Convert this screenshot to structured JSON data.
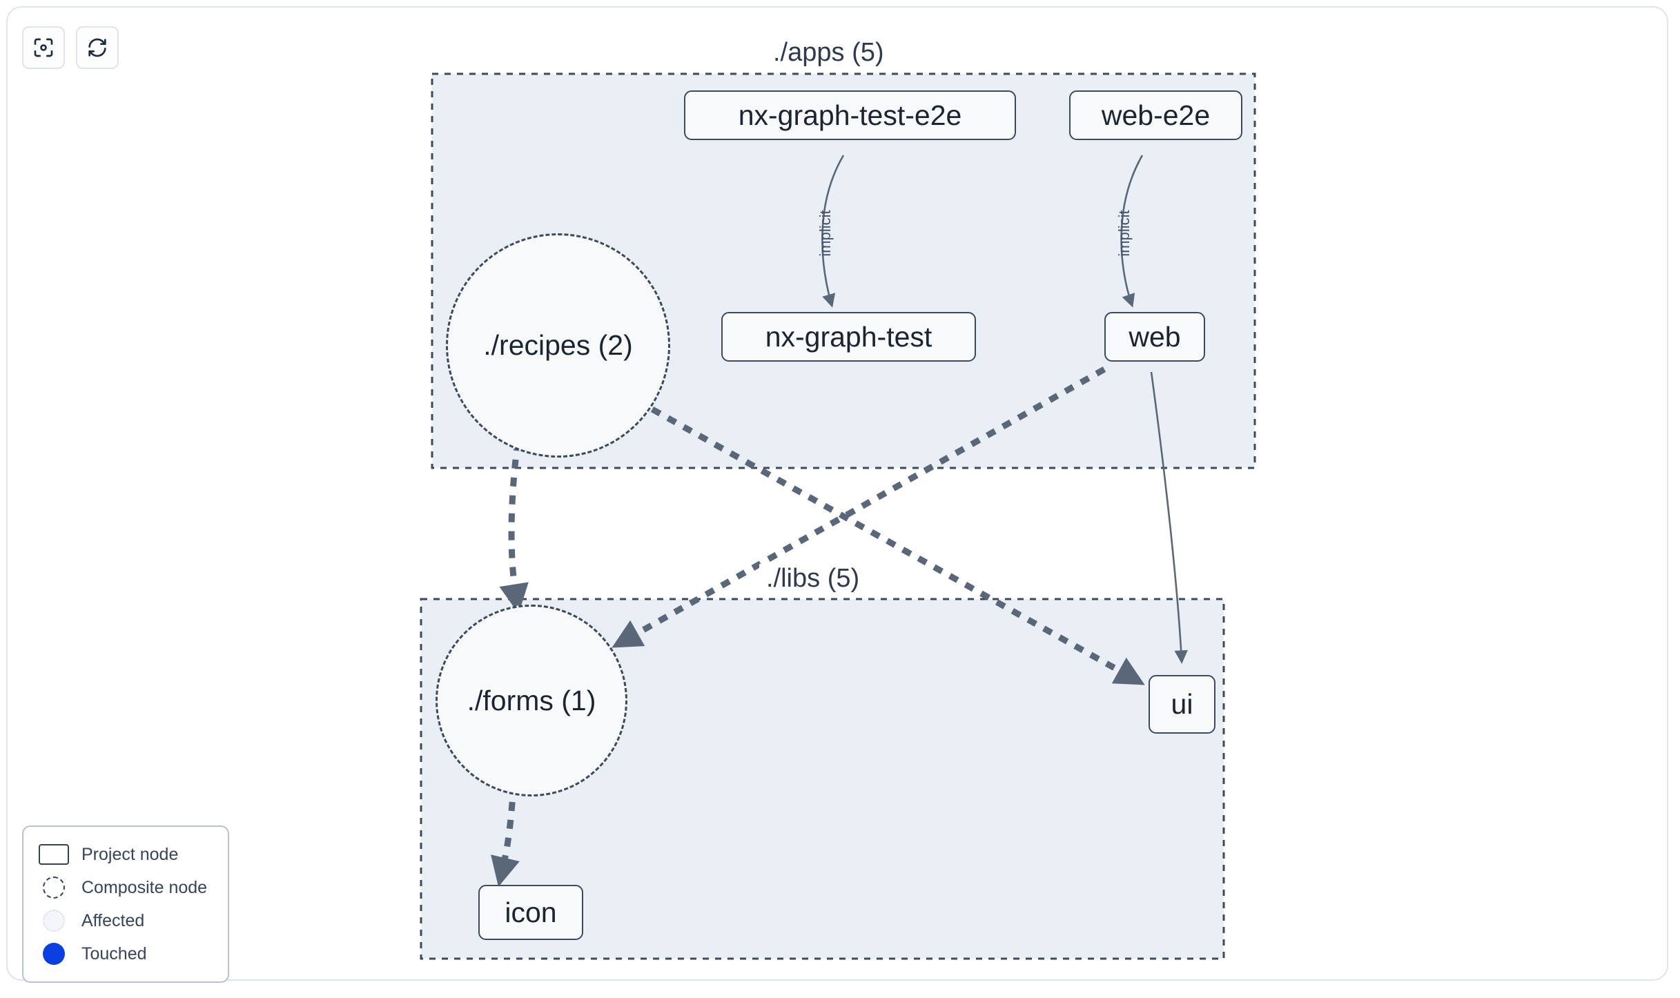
{
  "toolbar": {
    "buttons": [
      {
        "name": "focus-graph-button",
        "icon": "focus-target-icon",
        "label": ""
      },
      {
        "name": "refresh-graph-button",
        "icon": "refresh-icon",
        "label": ""
      }
    ]
  },
  "graph": {
    "groups": [
      {
        "id": "apps",
        "label": "./apps (5)"
      },
      {
        "id": "libs",
        "label": "./libs (5)"
      }
    ],
    "nodes": [
      {
        "id": "nx-graph-test-e2e",
        "label": "nx-graph-test-e2e",
        "type": "project",
        "group": "apps"
      },
      {
        "id": "web-e2e",
        "label": "web-e2e",
        "type": "project",
        "group": "apps"
      },
      {
        "id": "recipes",
        "label": "./recipes (2)",
        "type": "composite",
        "group": "apps"
      },
      {
        "id": "nx-graph-test",
        "label": "nx-graph-test",
        "type": "project",
        "group": "apps"
      },
      {
        "id": "web",
        "label": "web",
        "type": "project",
        "group": "apps"
      },
      {
        "id": "forms",
        "label": "./forms (1)",
        "type": "composite",
        "group": "libs"
      },
      {
        "id": "ui",
        "label": "ui",
        "type": "project",
        "group": "libs"
      },
      {
        "id": "icon",
        "label": "icon",
        "type": "project",
        "group": "libs"
      }
    ],
    "edges": [
      {
        "from": "nx-graph-test-e2e",
        "to": "nx-graph-test",
        "label": "implicit",
        "style": "solid"
      },
      {
        "from": "web-e2e",
        "to": "web",
        "label": "implicit",
        "style": "solid"
      },
      {
        "from": "recipes",
        "to": "forms",
        "label": "",
        "style": "dashed"
      },
      {
        "from": "recipes",
        "to": "ui",
        "label": "",
        "style": "dashed"
      },
      {
        "from": "web",
        "to": "forms",
        "label": "",
        "style": "dashed"
      },
      {
        "from": "web",
        "to": "ui",
        "label": "",
        "style": "solid"
      },
      {
        "from": "forms",
        "to": "icon",
        "label": "",
        "style": "dashed"
      }
    ]
  },
  "legend": {
    "items": [
      {
        "swatch": "project-node-swatch",
        "label": "Project node"
      },
      {
        "swatch": "composite-node-swatch",
        "label": "Composite node"
      },
      {
        "swatch": "affected-swatch",
        "label": "Affected"
      },
      {
        "swatch": "touched-swatch",
        "label": "Touched"
      }
    ]
  },
  "colors": {
    "edge": "#5a6779",
    "node_border": "#3d4a5c",
    "group_fill": "#eaeef5",
    "touched": "#0b3fe0",
    "canvas_border": "#dfe4ef"
  }
}
